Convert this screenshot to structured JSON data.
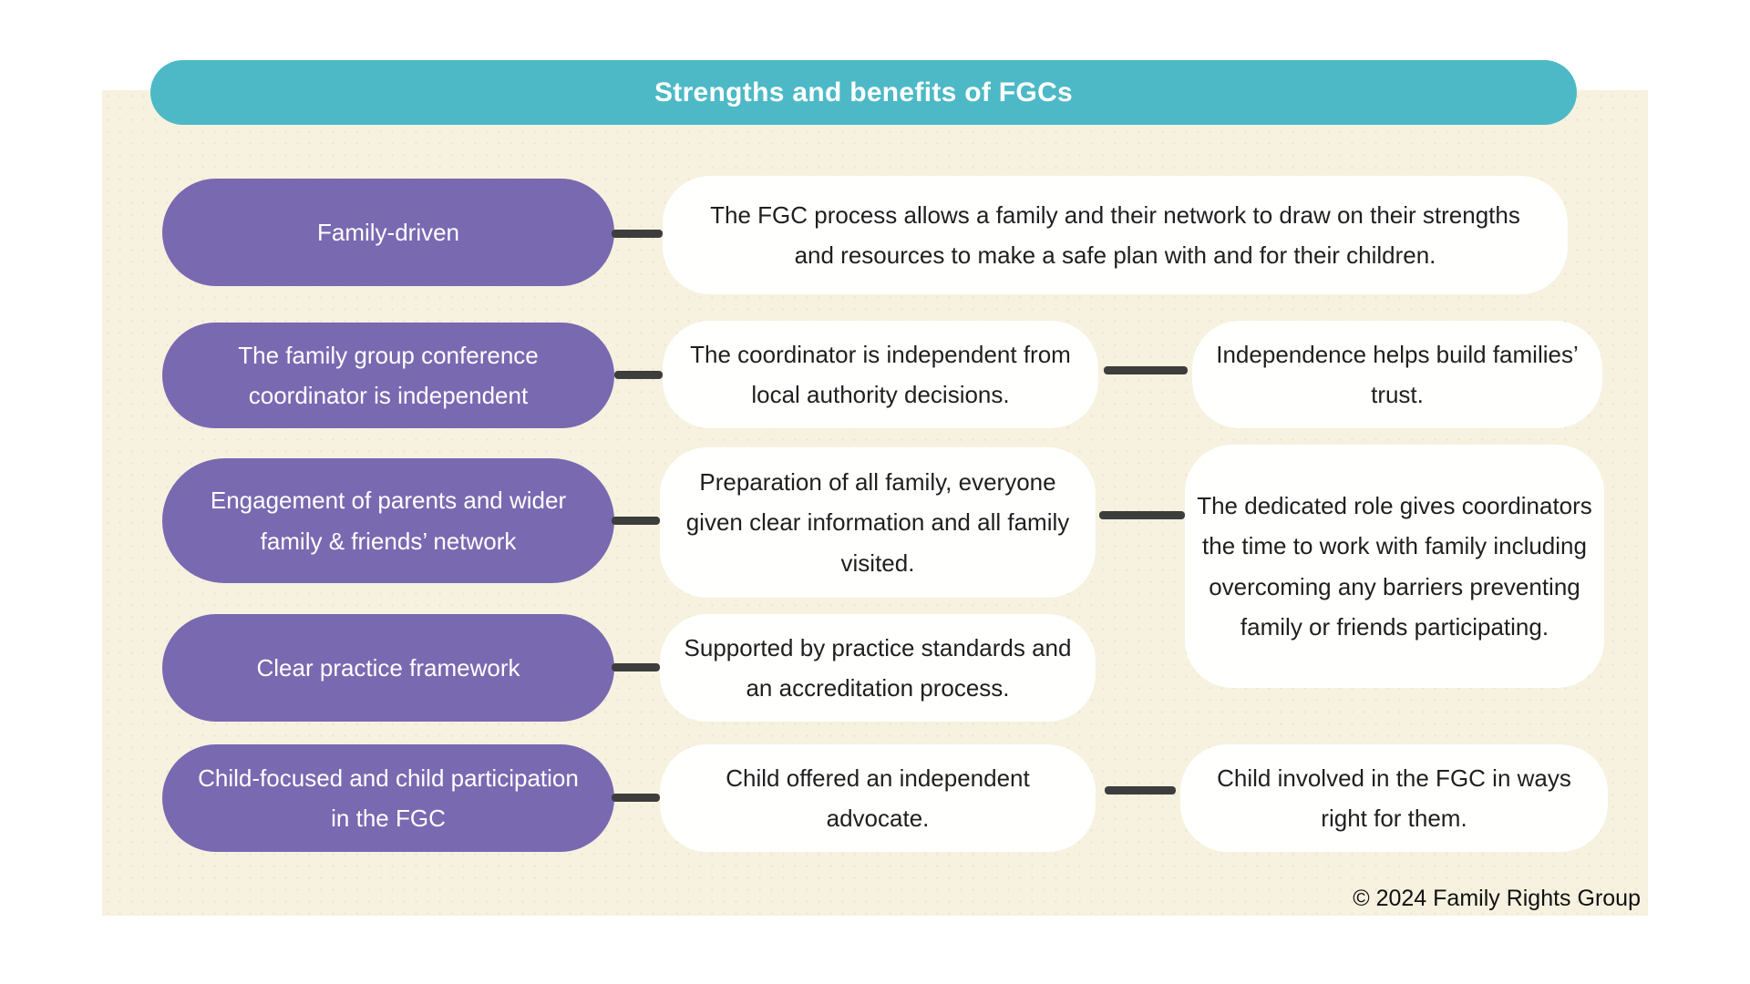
{
  "header": {
    "title": "Strengths and benefits of FGCs"
  },
  "rows": [
    {
      "pill": "Family-driven",
      "boxes": [
        {
          "text": "The FGC process allows a family and their network to draw on their strengths and resources to make a safe plan with and for their children."
        }
      ]
    },
    {
      "pill": "The family group conference coordinator is independent",
      "boxes": [
        {
          "text": "The coordinator is independent from local authority decisions."
        },
        {
          "text": "Independence helps build families’ trust."
        }
      ]
    },
    {
      "pill": "Engagement of parents and wider family & friends’ network",
      "boxes": [
        {
          "text": "Preparation of all family, everyone given clear information and all family visited."
        },
        {
          "text": "The dedicated role gives coordinators the time to work with family including overcoming any barriers preventing family or friends participating."
        }
      ]
    },
    {
      "pill": "Clear practice framework",
      "boxes": [
        {
          "text": "Supported by practice standards and an accreditation process."
        }
      ]
    },
    {
      "pill": "Child-focused and child participation in the FGC",
      "boxes": [
        {
          "text": "Child offered an independent advocate."
        },
        {
          "text": "Child involved in the FGC in ways right for them."
        }
      ]
    }
  ],
  "footer": {
    "copyright": "© 2024 Family Rights Group"
  },
  "colors": {
    "page_margin": "#ffffff",
    "background": "#f6f2df",
    "banner": "#4db9c6",
    "pill": "#7969b1",
    "card": "#fffffe",
    "connector": "#3d3d3d",
    "pill_text": "#ffffff",
    "card_text": "#1f1f1f"
  }
}
